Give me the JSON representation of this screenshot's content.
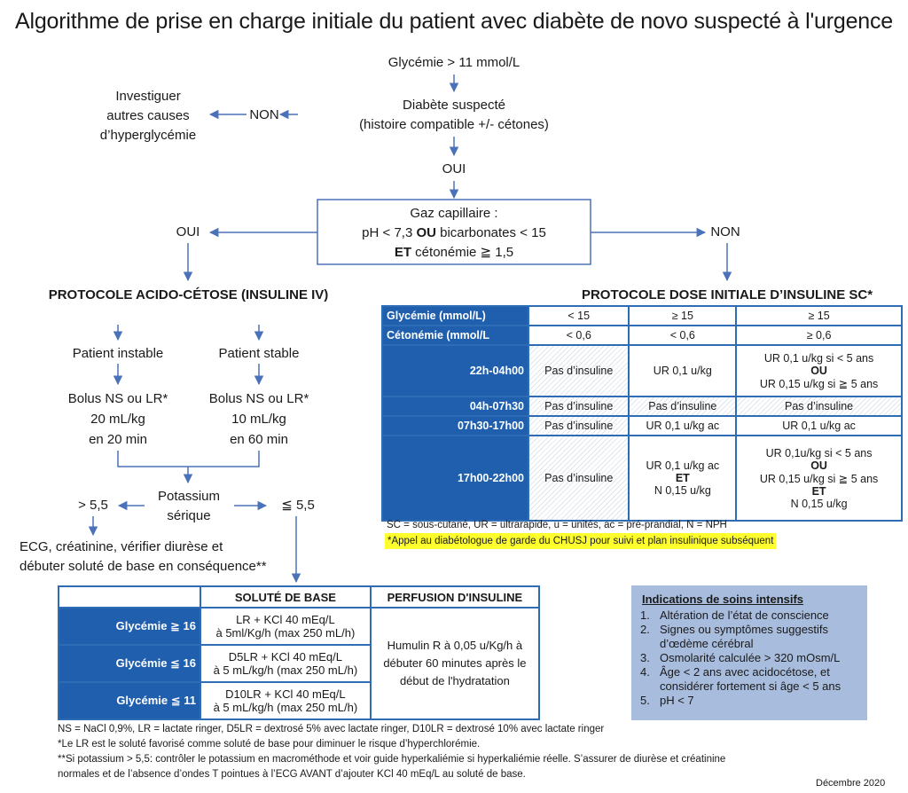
{
  "title": "Algorithme de prise en charge initiale du patient avec diabète de novo suspecté à l'urgence",
  "flow": {
    "glycemia_start": "Glycémie > 11 mmol/L",
    "suspected_l1": "Diabète suspecté",
    "suspected_l2": "(histoire compatible +/- cétones)",
    "non_left": "NON",
    "investigate_l1": "Investiguer",
    "investigate_l2": "autres causes",
    "investigate_l3": "d’hyperglycémie",
    "oui_mid": "OUI",
    "gaz_l1": "Gaz capillaire :",
    "gaz_l2a": "pH < 7,3 ",
    "gaz_l2b": "OU",
    "gaz_l2c": " bicarbonates  < 15",
    "gaz_l3a": "ET",
    "gaz_l3b": " cétonémie ≧ 1,5",
    "oui_left": "OUI",
    "non_right": "NON",
    "acid_protocol": "PROTOCOLE ACIDO-CÉTOSE (INSULINE IV)",
    "sc_protocol": "PROTOCOLE DOSE INITIALE D’INSULINE SC*",
    "unstable": "Patient instable",
    "stable": "Patient stable",
    "bolus1_l1": "Bolus NS ou LR*",
    "bolus1_l2": "20 mL/kg",
    "bolus1_l3": "en 20 min",
    "bolus2_l1": "Bolus NS ou LR*",
    "bolus2_l2": "10 mL/kg",
    "bolus2_l3": "en 60 min",
    "potassium_l1": "Potassium",
    "potassium_l2": "sérique",
    "k_high": "> 5,5",
    "k_low": "≦ 5,5",
    "ecg_l1": "ECG, créatinine, vérifier diurèse et",
    "ecg_l2": "débuter soluté de base en conséquence**"
  },
  "sc_table": {
    "row_gly": "Glycémie (mmol/L)",
    "row_ket": "Cétonémie (mmol/L",
    "gly": [
      "< 15",
      "≥ 15",
      "≥ 15"
    ],
    "ket": [
      "< 0,6",
      "< 0,6",
      "≥ 0,6"
    ],
    "t1": "22h-04h00",
    "t1_c1": "Pas d’insuline",
    "t1_c2": "UR 0,1 u/kg",
    "t1_c3_l1": "UR 0,1 u/kg si < 5 ans",
    "t1_c3_l2": "OU",
    "t1_c3_l3": "UR 0,15 u/kg si ≧ 5 ans",
    "t2": "04h-07h30",
    "t2_c1": "Pas d’insuline",
    "t2_c2": "Pas d’insuline",
    "t2_c3": "Pas d’insuline",
    "t3": "07h30-17h00",
    "t3_c1": "Pas d’insuline",
    "t3_c2": "UR 0,1 u/kg ac",
    "t3_c3": "UR 0,1 u/kg ac",
    "t4": "17h00-22h00",
    "t4_c1": "Pas d’insuline",
    "t4_c2_l1": "UR 0,1 u/kg ac",
    "t4_c2_l2": "ET",
    "t4_c2_l3": "N 0,15 u/kg",
    "t4_c3_l1": "UR 0,1u/kg si < 5 ans",
    "t4_c3_l2": "OU",
    "t4_c3_l3": "UR 0,15 u/kg si ≧ 5 ans",
    "t4_c3_l4": "ET",
    "t4_c3_l5": "N 0,15 u/kg",
    "legend": "SC = sous-cutané, UR = ultrarapide, u = unités, ac = pré-prandial, N = NPH",
    "note": "*Appel au diabétologue de garde du CHUSJ pour suivi et plan insulinique subséquent"
  },
  "acid_table": {
    "h1": "SOLUTÉ DE BASE",
    "h2": "PERFUSION D'INSULINE",
    "r1": "Glycémie ≧ 16",
    "r1_l1": "LR + KCl 40 mEq/L",
    "r1_l2": "à 5ml/Kg/h (max 250 mL/h)",
    "r2": "Glycémie ≦ 16",
    "r2_l1": "D5LR + KCl 40 mEq/L",
    "r2_l2": "à 5 mL/kg/h (max 250 mL/h)",
    "r3": "Glycémie ≦ 11",
    "r3_l1": "D10LR + KCl 40 mEq/L",
    "r3_l2": "à 5 mL/kg/h (max 250 mL/h)",
    "insulin_l1": "Humulin R à 0,05 u/Kg/h à",
    "insulin_l2": "débuter 60 minutes après le",
    "insulin_l3": "début de l'hydratation"
  },
  "soins": {
    "title": "Indications de soins intensifs",
    "items": [
      "Altération de l’état de conscience",
      "Signes ou symptômes suggestifs d’œdème cérébral",
      "Osmolarité calculée > 320 mOsm/L",
      "Âge < 2 ans avec acidocétose, et considérer fortement si âge < 5 ans",
      "pH < 7"
    ]
  },
  "footnotes": {
    "f1": "NS = NaCl 0,9%, LR = lactate ringer, D5LR = dextrosé 5% avec lactate ringer, D10LR = dextrosé 10% avec lactate ringer",
    "f2": "*Le LR est le soluté favorisé comme soluté de base pour diminuer le risque d’hyperchlorémie.",
    "f3": "**Si potassium > 5,5: contrôler le potassium en macrométhode et voir guide hyperkaliémie si hyperkaliémie réelle. S’assurer de diurèse et créatinine",
    "f4": "normales et de l’absence d’ondes T pointues à l’ECG AVANT d’ajouter KCl 40 mEq/L au soluté de base."
  },
  "date": "Décembre 2020",
  "colors": {
    "blue": "#1f5fad",
    "arrow": "#4a72b8",
    "highlight": "#ffff2e",
    "panel": "#a8bddd"
  }
}
